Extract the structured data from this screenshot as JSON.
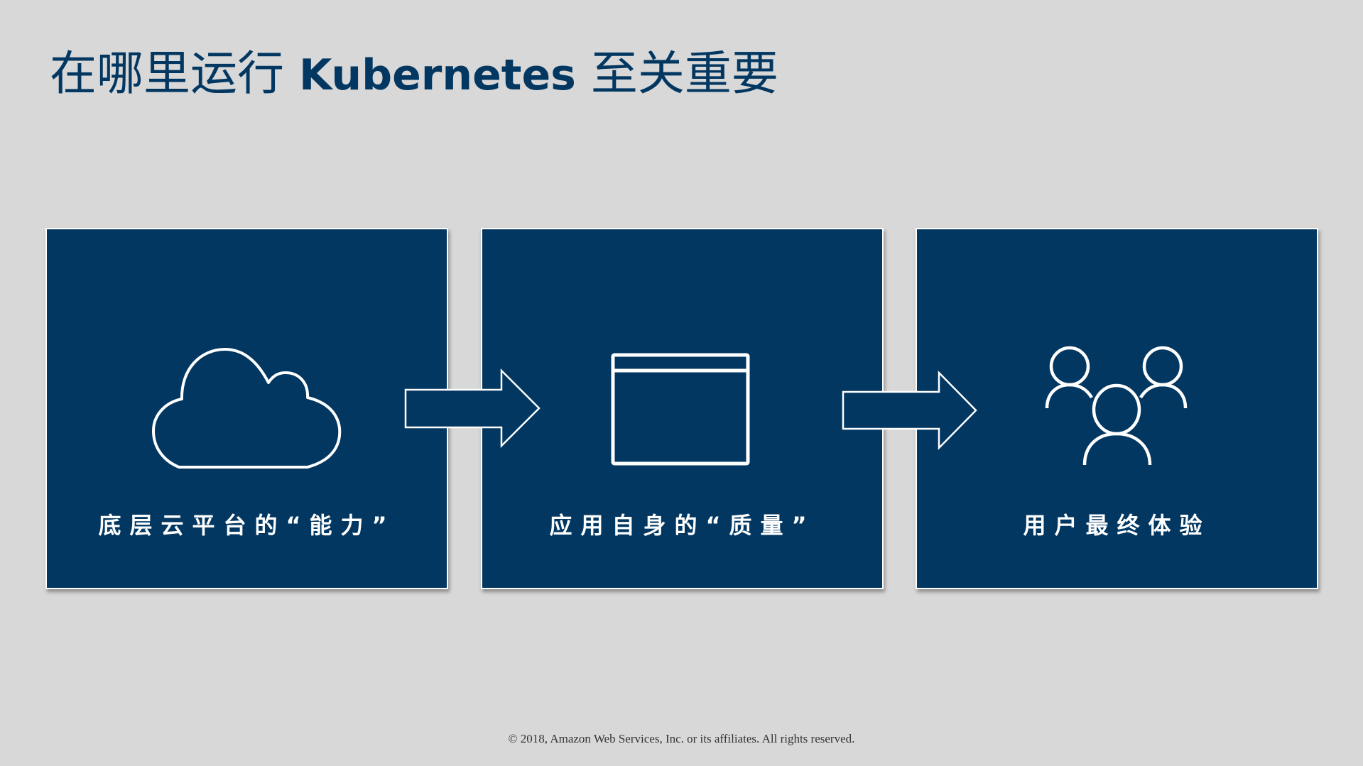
{
  "slide": {
    "title_part1": "在哪里运行 ",
    "title_latin": "Kubernetes",
    "title_part2": " 至关重要",
    "colors": {
      "background": "#d8d8d8",
      "card_fill": "#023761",
      "title_text": "#023761",
      "card_text": "#ffffff",
      "icon_stroke": "#ffffff"
    }
  },
  "cards": [
    {
      "label": "底层云平台的“能力”",
      "icon": "cloud-icon"
    },
    {
      "label": "应用自身的“质量”",
      "icon": "browser-window-icon"
    },
    {
      "label": "用户最终体验",
      "icon": "users-group-icon"
    }
  ],
  "arrows": [
    {
      "icon": "arrow-right-icon"
    },
    {
      "icon": "arrow-right-icon"
    }
  ],
  "footer": {
    "copyright": "© 2018, Amazon Web Services, Inc. or its affiliates. All rights reserved."
  }
}
